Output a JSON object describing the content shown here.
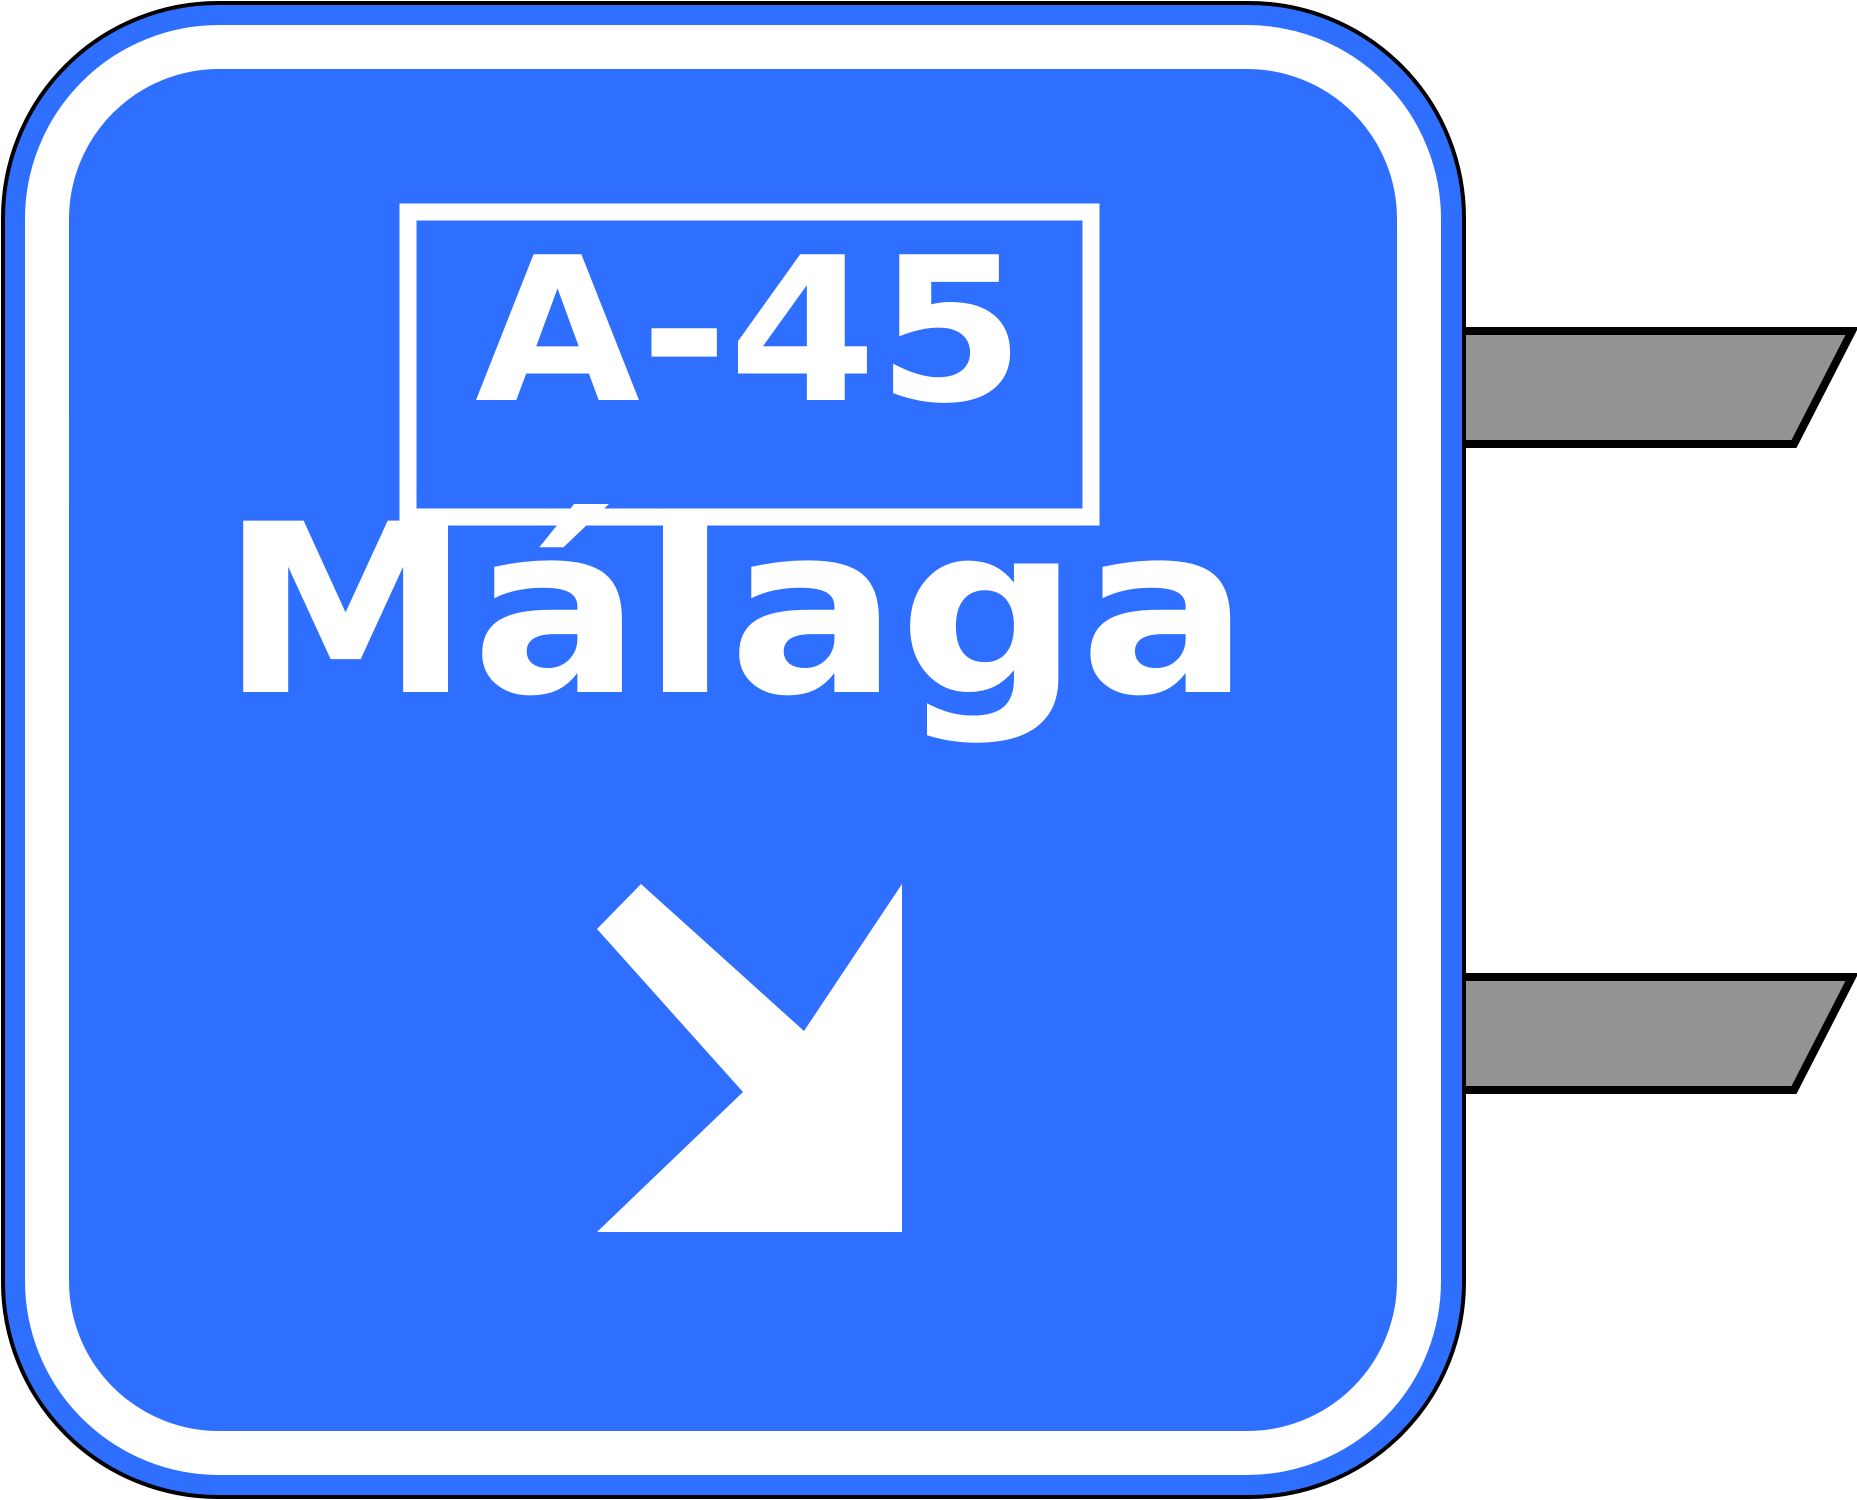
{
  "sign": {
    "route_code": "A-45",
    "destination": "Málaga",
    "arrow_direction": "down-right"
  },
  "colors": {
    "background": "#2F6FFF",
    "foreground": "#FFFFFF",
    "bracket": "#939393",
    "outline": "#000000"
  }
}
